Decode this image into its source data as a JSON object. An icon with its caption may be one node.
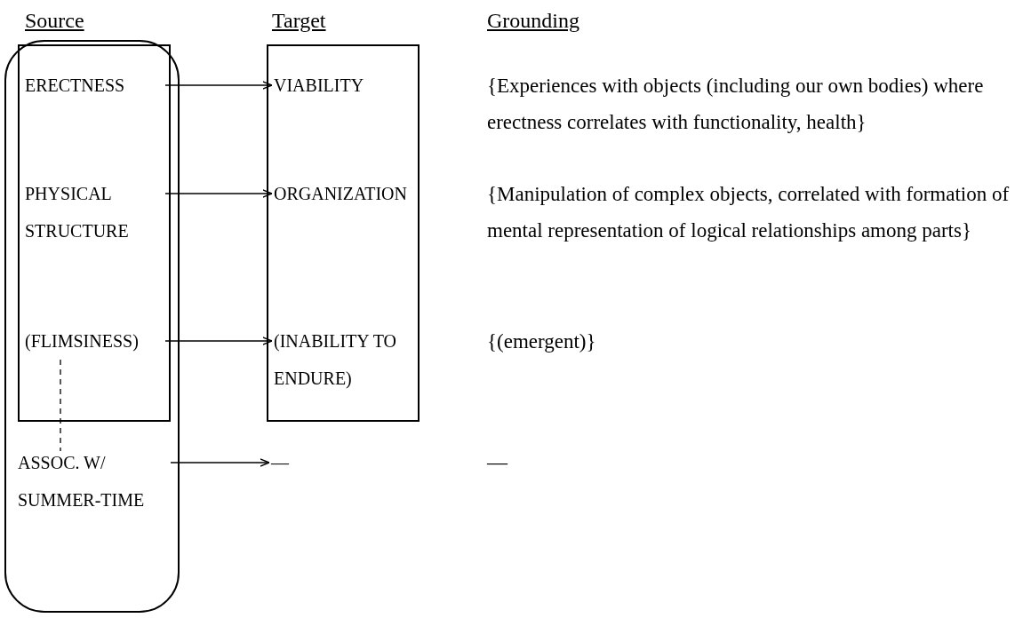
{
  "diagram": {
    "nodes": [
      {
        "text": [],
        "shape": "box"
      },
      {
        "text": [],
        "shape": "box",
        "in": 0
      },
      {
        "text": [
          "ERECTNESS"
        ],
        "in": 1
      },
      {
        "text": [
          "PHYSICAL STRUCTURE"
        ],
        "in": 1
      },
      {
        "text": [
          "(FLIMSINESS)"
        ],
        "in": 1
      },
      {
        "text": [
          "ASSOC. W/ SUMMER-TIME"
        ],
        "in": 0
      },
      {
        "text": [],
        "shape": "box"
      },
      {
        "text": [
          "VIABILITY"
        ],
        "in": 6
      },
      {
        "text": [
          "ORGANIZATION"
        ],
        "in": 6
      },
      {
        "text": [
          "(INABILITY TO ENDURE)"
        ],
        "in": 6
      },
      {
        "text": [
          "—"
        ]
      }
    ],
    "edges": [
      {
        "from": 2,
        "to": 7,
        "arrow": "to"
      },
      {
        "from": 3,
        "to": 8,
        "arrow": "to"
      },
      {
        "from": 4,
        "to": 9,
        "arrow": "to"
      },
      {
        "from": 4,
        "to": 5,
        "arrow": "none",
        "style": "dashed"
      },
      {
        "from": 5,
        "to": 10,
        "arrow": "to"
      }
    ],
    "labels": [
      "Source",
      "Target",
      "Grounding",
      "{Experiences with objects (including our own bodies) where erectness correlates with functionality, health}",
      "{Manipulation of complex objects, correlated with formation of mental representation of logical relationships among parts}",
      "{(emergent)}",
      "—"
    ]
  }
}
